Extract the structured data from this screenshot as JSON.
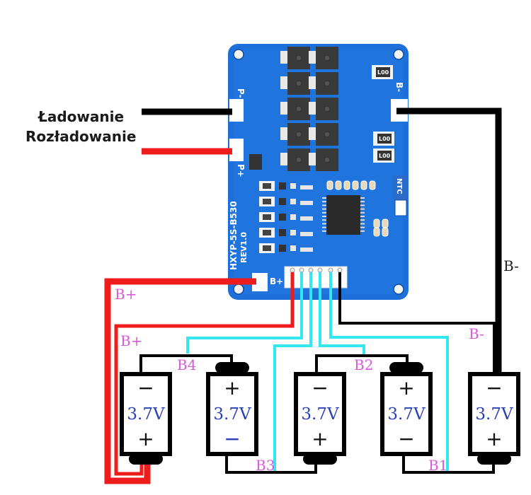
{
  "labels": {
    "charging": "Ładowanie",
    "discharging": "Rozładowanie"
  },
  "board": {
    "model": "HXYP-5S-B530",
    "revision": "REV1.0",
    "pad_p_minus": "P-",
    "pad_p_plus": "P+",
    "pad_b_minus": "B-",
    "pad_b_plus": "B+",
    "ntc_label": "NTC",
    "resistor_code": "L00",
    "color": "#1d6fd9"
  },
  "wire_labels": {
    "b_plus_outer": "B+",
    "b_plus_inner": "B+",
    "b_minus_right": "B-",
    "b_minus_lower": "B-",
    "b4": "B4",
    "b3": "B3",
    "b2": "B2",
    "b1": "B1"
  },
  "cells": [
    {
      "voltage": "3.7V",
      "top_sign": "−",
      "bottom_sign": "+",
      "orientation": "negative-top"
    },
    {
      "voltage": "3.7V",
      "top_sign": "+",
      "bottom_sign": "−",
      "orientation": "positive-top"
    },
    {
      "voltage": "3.7V",
      "top_sign": "−",
      "bottom_sign": "+",
      "orientation": "negative-top"
    },
    {
      "voltage": "3.7V",
      "top_sign": "+",
      "bottom_sign": "−",
      "orientation": "positive-top"
    },
    {
      "voltage": "3.7V",
      "top_sign": "−",
      "bottom_sign": "+",
      "orientation": "negative-top"
    }
  ],
  "colors": {
    "wire_positive": "#ee1c1c",
    "wire_negative": "#000000",
    "wire_balance": "#33e6f0",
    "label_pink": "#d85ad8",
    "voltage_blue": "#2a3fb8"
  }
}
